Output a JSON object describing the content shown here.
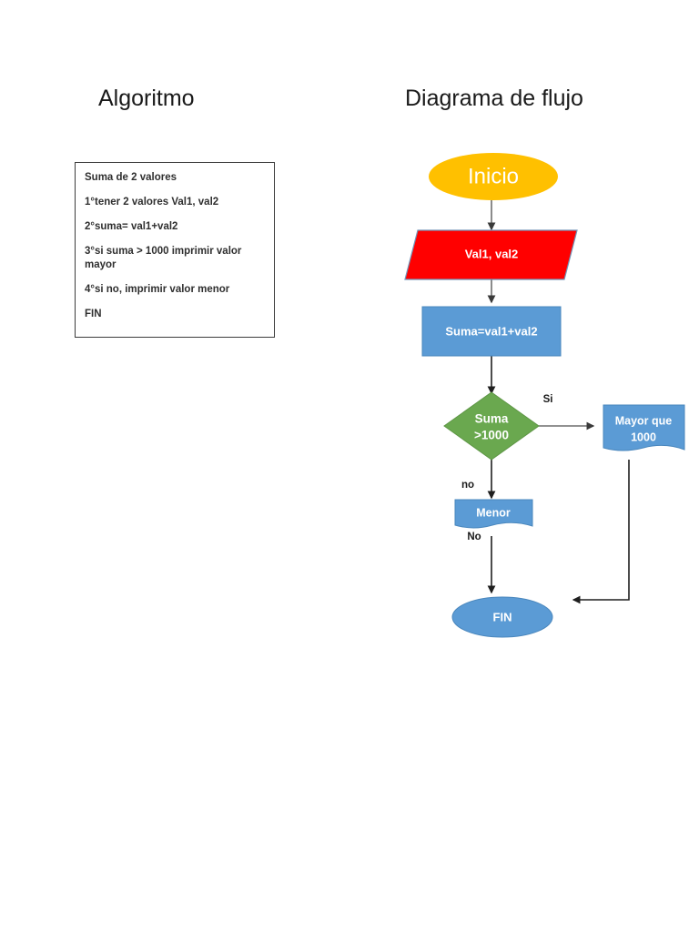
{
  "headings": {
    "left": "Algoritmo",
    "right": "Diagrama de flujo"
  },
  "algorithm_box": {
    "lines": [
      "Suma de 2 valores",
      "1°tener 2 valores  Val1, val2",
      "2°suma= val1+val2",
      "3°si suma > 1000 imprimir valor mayor",
      "4°si no, imprimir valor menor",
      "FIN"
    ]
  },
  "flowchart": {
    "type": "flowchart",
    "nodes": [
      {
        "id": "inicio",
        "label": "Inicio",
        "shape": "ellipse",
        "fill": "#FFC000",
        "text_color": "#FFFFFF"
      },
      {
        "id": "entrada",
        "label": "Val1, val2",
        "shape": "parallelogram",
        "fill": "#FF0000",
        "text_color": "#FFFFFF"
      },
      {
        "id": "suma",
        "label": "Suma=val1+val2",
        "shape": "rectangle",
        "fill": "#5B9BD5",
        "text_color": "#FFFFFF"
      },
      {
        "id": "decision",
        "label": "Suma >1000",
        "label_line1": "Suma",
        "label_line2": ">1000",
        "shape": "diamond",
        "fill": "#6AA84F",
        "text_color": "#FFFFFF"
      },
      {
        "id": "mayor",
        "label": "Mayor que 1000",
        "label_line1": "Mayor que",
        "label_line2": "1000",
        "shape": "document",
        "fill": "#5B9BD5",
        "text_color": "#FFFFFF"
      },
      {
        "id": "menor",
        "label": "Menor",
        "shape": "document",
        "fill": "#5B9BD5",
        "text_color": "#FFFFFF"
      },
      {
        "id": "fin",
        "label": "FIN",
        "shape": "ellipse",
        "fill": "#5B9BD5",
        "text_color": "#FFFFFF"
      }
    ],
    "edges": [
      {
        "from": "inicio",
        "to": "entrada",
        "label": ""
      },
      {
        "from": "entrada",
        "to": "suma",
        "label": ""
      },
      {
        "from": "suma",
        "to": "decision",
        "label": ""
      },
      {
        "from": "decision",
        "to": "mayor",
        "label": "Si"
      },
      {
        "from": "decision",
        "to": "menor",
        "label": "no"
      },
      {
        "from": "menor",
        "to": "fin",
        "label": "No"
      },
      {
        "from": "mayor",
        "to": "fin",
        "label": ""
      }
    ]
  }
}
